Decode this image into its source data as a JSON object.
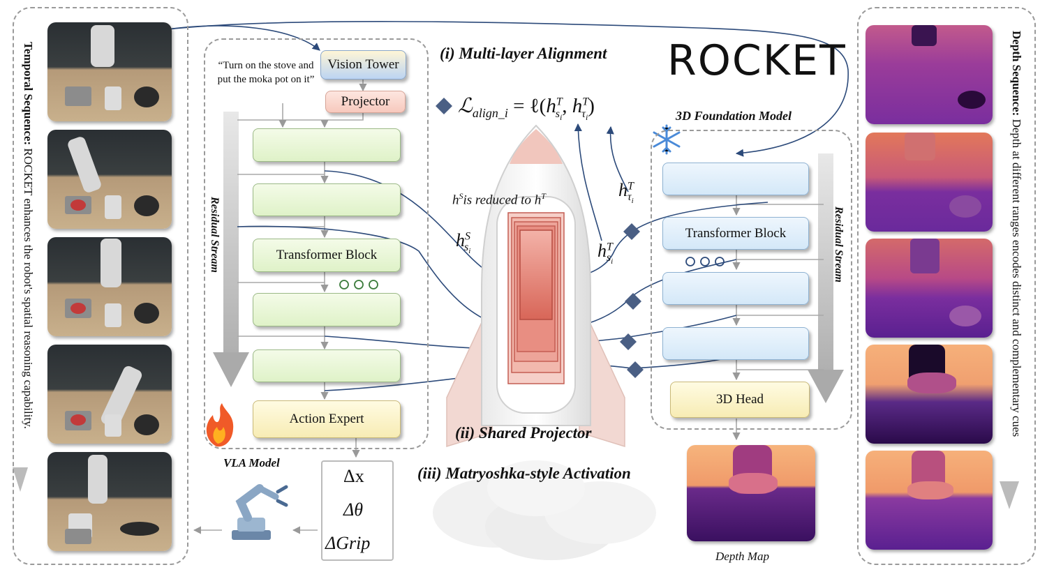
{
  "left_panel": {
    "vertical_caption_bold": "Temporal Sequence:",
    "vertical_caption_rest": " ROCKET enhances the robot's spatial reasoning capability."
  },
  "vla": {
    "instruction": "“Turn on the stove and put the moka pot on it”",
    "vision_tower": "Vision Tower",
    "projector": "Projector",
    "transformer_block": "Transformer Block",
    "action_expert": "Action Expert",
    "residual_stream": "Residual Stream",
    "model_label": "VLA Model"
  },
  "outputs": {
    "dx": "Δx",
    "dtheta": "Δθ",
    "dgrip": "ΔGrip"
  },
  "center": {
    "title_i": "(i) Multi-layer Alignment",
    "loss": "ℒ",
    "loss_sub": "align_i",
    "loss_eq": " = ℓ(",
    "h": "h",
    "sub_s": "s",
    "sub_i": "i",
    "sub_tau": "τ",
    "sup_T": "T",
    "sup_S": "S",
    "comma": ", ",
    "close": ")",
    "reduced_part1": "is reduced to ",
    "title_ii": "(ii) Shared Projector",
    "title_iii": "(iii) Matryoshka-style Activation",
    "rocket": "ROCKET"
  },
  "foundation": {
    "title": "3D Foundation Model",
    "transformer_block": "Transformer Block",
    "head": "3D Head",
    "residual_stream": "Residual Stream",
    "depth_map": "Depth Map"
  },
  "right_panel": {
    "vertical_caption_bold": "Depth Sequence:",
    "vertical_caption_rest": " Depth at different ranges encodes distinct and complementary cues"
  },
  "colors": {
    "accent_line": "#2c4a7a",
    "diamond": "#4a5f84",
    "depth_purple": "#5a2a86",
    "depth_orange": "#f09a6a"
  }
}
